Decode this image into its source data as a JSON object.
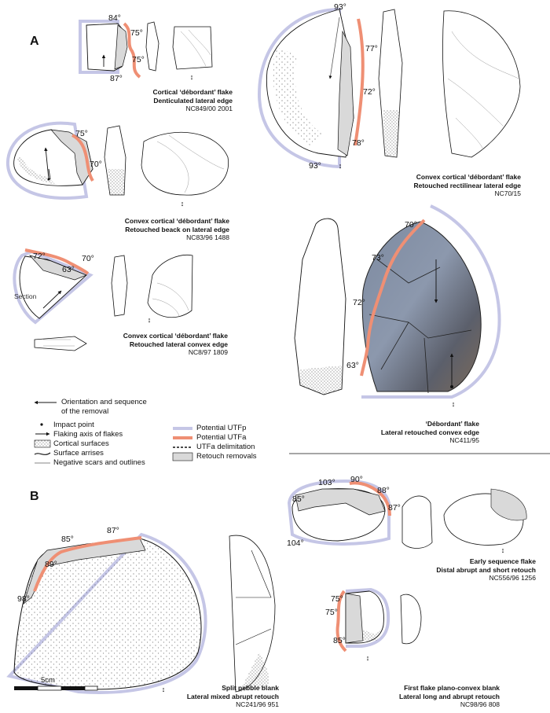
{
  "panels": {
    "A": "A",
    "B": "B"
  },
  "captions": {
    "nc849": {
      "line1": "Cortical ‘débordant’ flake",
      "line2": "Denticulated lateral edge",
      "ref": "NC849/00 2001"
    },
    "nc70": {
      "line1": "Convex cortical ‘débordant’ flake",
      "line2": "Retouched rectilinear lateral edge",
      "ref": "NC70/15"
    },
    "nc83": {
      "line1": "Convex cortical ‘débordant’ flake",
      "line2": "Retouched beack on lateral edge",
      "ref": "NC83/96 1488"
    },
    "nc8": {
      "line1": "Convex cortical ‘débordant’ flake",
      "line2": "Retouched lateral convex edge",
      "ref": "NC8/97 1809"
    },
    "nc411": {
      "line1": "‘Débordant’ flake",
      "line2": "Lateral retouched convex edge",
      "ref": "NC411/95"
    },
    "nc556": {
      "line1": "Early sequence flake",
      "line2": "Distal abrupt and short retouch",
      "ref": "NC556/96 1256"
    },
    "nc241": {
      "line1": "Split pebble blank",
      "line2": "Lateral mixed abrupt retouch",
      "ref": "NC241/96 951"
    },
    "nc98": {
      "line1": "First flake plano-convex blank",
      "line2": "Lateral long and abrupt retouch",
      "ref": "NC98/96 808"
    }
  },
  "angles": {
    "a84": "84°",
    "a75a": "75°",
    "a75b": "75°",
    "a87a": "87°",
    "a93a": "93°",
    "a77": "77°",
    "a72a": "72°",
    "a78": "78°",
    "a93b": "93°",
    "a75c": "75°",
    "a70a": "70°",
    "a72b": "72°",
    "a63a": "63°",
    "a70b": "70°",
    "a70c": "70°",
    "a73": "73°",
    "a72c": "72°",
    "a63b": "63°",
    "a103": "103°",
    "a90": "90°",
    "a88": "88°",
    "a85a": "85°",
    "a87b": "87°",
    "a104": "104°",
    "a87c": "87°",
    "a85b": "85°",
    "a89": "89°",
    "a98": "98°",
    "a75d": "75°",
    "a75e": "75°",
    "a85c": "85°"
  },
  "section_label": "Section",
  "legend": {
    "orientation_line1": "Orientation and sequence",
    "orientation_line2": "of the removal",
    "impact": "Impact point",
    "flaking_axis": "Flaking axis of flakes",
    "cortical": "Cortical surfaces",
    "arrises": "Surface arrises",
    "scars": "Negative scars and outlines",
    "utfp": "Potential UTFp",
    "utfa": "Potential UTFa",
    "delim": "UTFa delimitation",
    "retouch": "Retouch removals"
  },
  "scale": {
    "label": "5cm"
  },
  "colors": {
    "utfp": "#c5c6e6",
    "utfa": "#ef8f74",
    "retouch": "#d9d9d9",
    "stone": "#6b7a8c"
  }
}
